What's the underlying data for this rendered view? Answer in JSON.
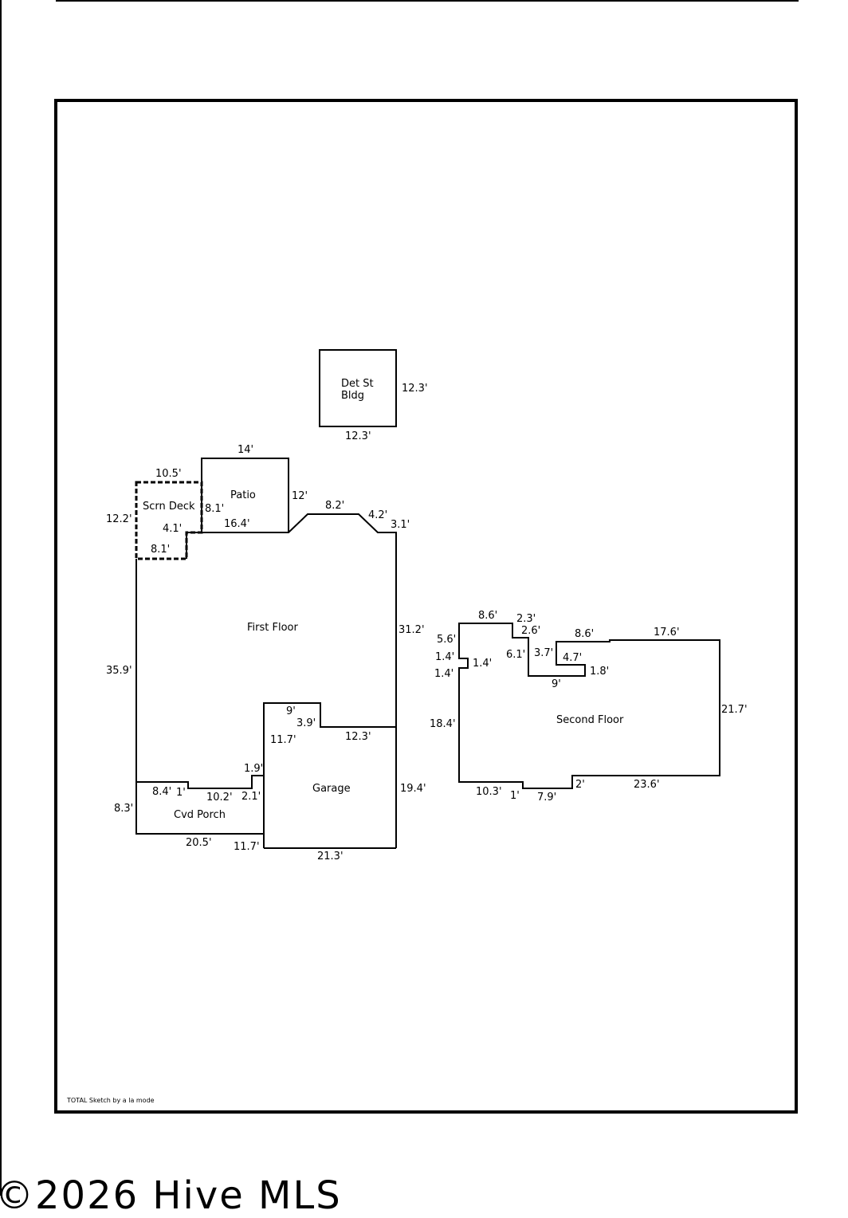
{
  "diagram": {
    "rooms": [
      {
        "id": "det-st-bldg",
        "label_line1": "Det St",
        "label_line2": "Bldg"
      },
      {
        "id": "patio",
        "label": "Patio"
      },
      {
        "id": "scrn-deck",
        "label": "Scrn Deck"
      },
      {
        "id": "first-floor",
        "label": "First Floor"
      },
      {
        "id": "garage",
        "label": "Garage"
      },
      {
        "id": "cvd-porch",
        "label": "Cvd Porch"
      },
      {
        "id": "second-floor",
        "label": "Second Floor"
      }
    ],
    "dimensions": {
      "det_bldg_right": "12.3'",
      "det_bldg_bottom": "12.3'",
      "patio_top": "14'",
      "patio_right": "12'",
      "patio_left": "8.1'",
      "patio_bottom": "16.4'",
      "deck_top": "10.5'",
      "deck_left": "12.2'",
      "deck_step": "4.1'",
      "deck_bottom": "8.1'",
      "ff_bay_top": "8.2'",
      "ff_bay_diag": "4.2'",
      "ff_bay_right": "3.1'",
      "ff_right": "31.2'",
      "ff_left": "35.9'",
      "garage_notch_top": "9'",
      "garage_notch_side": "3.9'",
      "garage_left_upper": "11.7'",
      "garage_top_right": "12.3'",
      "garage_step": "1.9'",
      "garage_right": "19.4'",
      "garage_step_side": "2.1'",
      "garage_left_lower": "11.7'",
      "garage_bottom": "21.3'",
      "porch_top_left": "8.4'",
      "porch_jog": "1'",
      "porch_top_mid": "10.2'",
      "porch_left": "8.3'",
      "porch_bottom": "20.5'",
      "sf_top_left": "8.6'",
      "sf_top_step": "2.3'",
      "sf_step_down": "2.6'",
      "sf_left_upper": "5.6'",
      "sf_notch_a": "1.4'",
      "sf_notch_b": "1.4'",
      "sf_notch_c": "1.4'",
      "sf_inner_left": "6.1'",
      "sf_inner_mid": "3.7'",
      "sf_inner_top": "8.6'",
      "sf_inner_step": "4.7'",
      "sf_inner_bottom": "9'",
      "sf_inner_right": "1.8'",
      "sf_top_right": "17.6'",
      "sf_right": "21.7'",
      "sf_left": "18.4'",
      "sf_bottom_left": "10.3'",
      "sf_bottom_jog": "1'",
      "sf_bottom_mid": "7.9'",
      "sf_bottom_step": "2'",
      "sf_bottom_right": "23.6'"
    },
    "credit": "TOTAL Sketch by a la mode",
    "watermark": "©2026 Hive MLS"
  }
}
